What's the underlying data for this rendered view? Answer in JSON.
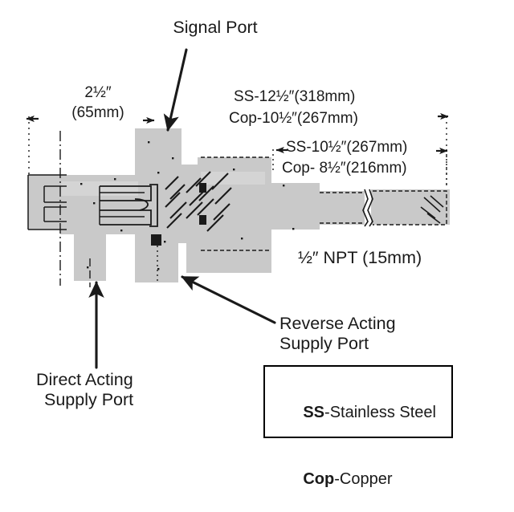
{
  "diagram": {
    "title": "Valve body cross-section with port callouts and dimensions",
    "colors": {
      "body_fill": "#c9c9c9",
      "body_fill_light": "#d4d4d4",
      "line": "#1a1a1a",
      "background": "#ffffff",
      "legend_border": "#000000"
    }
  },
  "callouts": {
    "signal_port": "Signal Port",
    "reverse_acting_line1": "Reverse Acting",
    "reverse_acting_line2": "Supply Port",
    "direct_acting_line1": "Direct Acting",
    "direct_acting_line2": "Supply Port"
  },
  "dimensions": {
    "height_top_line1": "2½″",
    "height_top_line2": "(65mm)",
    "overall_ss": "SS-12½″(318mm)",
    "overall_cop": "Cop-10½″(267mm)",
    "partial_ss": "SS-10½″(267mm)",
    "partial_cop": "Cop- 8½″(216mm)",
    "npt": "½″ NPT (15mm)"
  },
  "legend": {
    "items": [
      {
        "abbr": "SS",
        "separator": "-",
        "name": "Stainless Steel"
      },
      {
        "abbr": "Cop",
        "separator": "-",
        "name": "Copper"
      }
    ]
  }
}
